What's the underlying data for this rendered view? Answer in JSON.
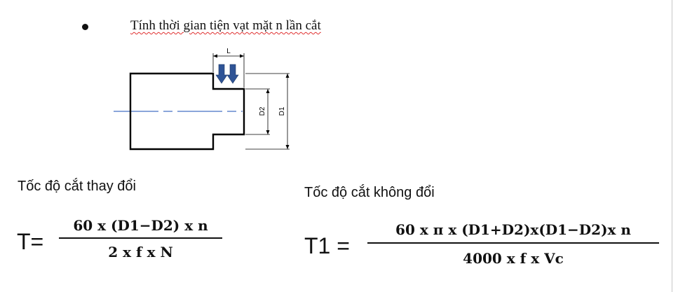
{
  "heading": "Tính thời gian tiện vạt mặt n lần cắt",
  "diagram": {
    "label_L": "L",
    "label_D2": "D2",
    "label_D1": "D1",
    "colors": {
      "axis": "#4472c4",
      "arrow": "#2f5496",
      "outline": "#000000"
    }
  },
  "left_formula": {
    "label": "Tốc độ cắt thay đổi",
    "lhs": "T=",
    "numerator": "60 x (D1−D2) x n",
    "denominator": "2 x f x N"
  },
  "right_formula": {
    "label": "Tốc độ cắt không đổi",
    "lhs": "T1 =",
    "numerator": "60 x π x (D1+D2)x(D1−D2)x n",
    "denominator": "4000 x f x Vc"
  }
}
